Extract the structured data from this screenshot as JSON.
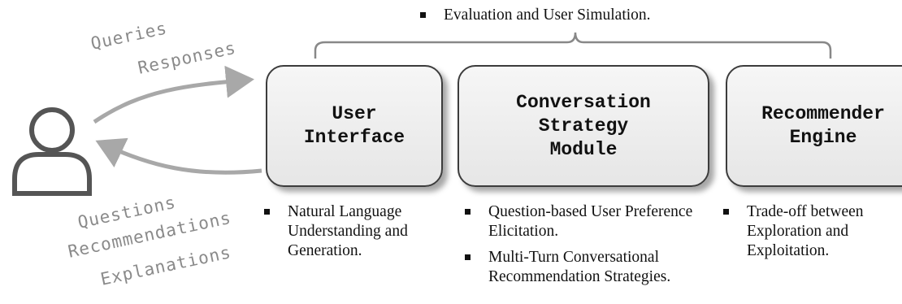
{
  "top_note": "Evaluation and User Simulation.",
  "user_labels": {
    "queries": "Queries",
    "responses": "Responses",
    "questions": "Questions",
    "recommendations": "Recommendations",
    "explanations": "Explanations"
  },
  "modules": {
    "ui": {
      "title": "User\nInterface",
      "notes": [
        "Natural Language Understanding and Generation."
      ]
    },
    "cs": {
      "title": "Conversation\nStrategy\nModule",
      "notes": [
        "Question-based User Preference Elicitation.",
        "Multi-Turn Conversational Recommendation Strategies."
      ]
    },
    "re": {
      "title": "Recommender\nEngine",
      "notes": [
        "Trade-off between Exploration and Exploitation."
      ]
    }
  },
  "colors": {
    "box_border": "#3c3c3c",
    "arrow": "#a8a8a8",
    "label_gray": "#8a8a8a",
    "user_icon": "#555555"
  },
  "icons": [
    "user-icon"
  ]
}
